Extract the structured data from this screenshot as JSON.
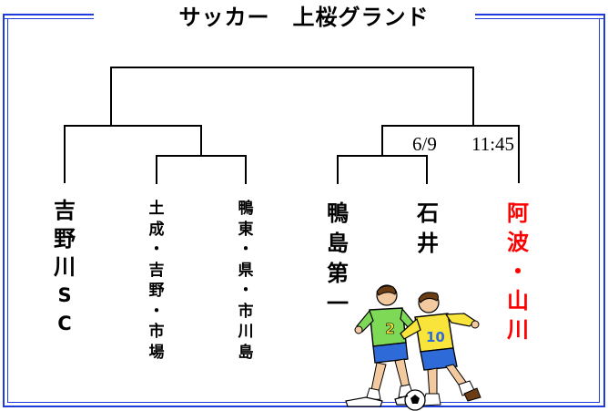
{
  "title": "サッカー　上桜グランド",
  "match_info": {
    "date": "6/9",
    "time": "11:45"
  },
  "teams": [
    {
      "chars": [
        "吉",
        "野",
        "川",
        "S",
        "C"
      ],
      "color": "#000000"
    },
    {
      "chars": [
        "土",
        "成",
        "・",
        "吉",
        "野",
        "・",
        "市",
        "場"
      ],
      "color": "#000000"
    },
    {
      "chars": [
        "鴨",
        "東",
        "・",
        "県",
        "・",
        "市",
        "川",
        "島"
      ],
      "color": "#000000"
    },
    {
      "chars": [
        "鴨",
        "島",
        "第",
        "一"
      ],
      "color": "#000000"
    },
    {
      "chars": [
        "石",
        "井"
      ],
      "color": "#000000"
    },
    {
      "chars": [
        "阿",
        "波",
        "・",
        "山",
        "川"
      ],
      "color": "#ff0000"
    }
  ],
  "colors": {
    "frame": "#1f3bdc",
    "bracket": "#000000",
    "highlight": "#ff0000"
  }
}
